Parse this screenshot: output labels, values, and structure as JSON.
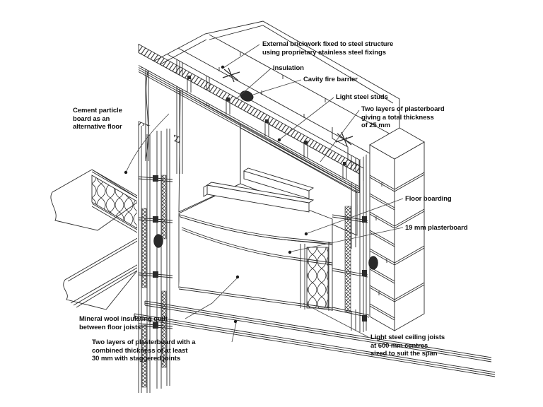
{
  "diagram": {
    "type": "isometric-construction-detail",
    "subject": "Separating floor and external wall junction in light steel frame construction",
    "colors": {
      "background": "#ffffff",
      "line": "#2b2b2b",
      "text": "#111111"
    },
    "labels": {
      "external_brickwork": "External brickwork fixed to steel structure\nusing proprietary stainless steel fixings",
      "insulation": "Insulation",
      "cavity_fire_barrier": "Cavity fire barrier",
      "light_steel_studs": "Light steel studs",
      "plasterboard_two_layers_25mm": "Two layers of plasterboard\ngiving a total thickness\nof 25 mm",
      "cement_particle_board": "Cement particle\nboard as an\nalternative floor",
      "floor_boarding": "Floor boarding",
      "plasterboard_19mm": "19 mm plasterboard",
      "mineral_wool_quilt": "Mineral wool insulating quilt\nbetween floor joists",
      "plasterboard_two_layers_30mm": "Two layers of plasterboard with a\ncombined thickness of at least\n30 mm with staggered joints",
      "ceiling_joists": "Light steel ceiling joists\nat 600 mm centres\nsized to suit the span"
    }
  }
}
